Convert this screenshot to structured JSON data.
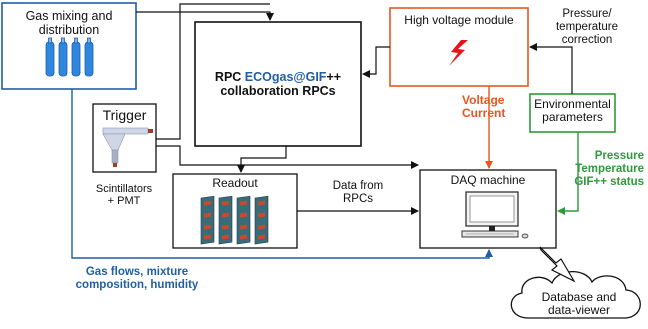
{
  "colors": {
    "blue": "#1f5fa8",
    "orange": "#e8561f",
    "green": "#2e9a3a",
    "red": "#e8141c",
    "cylinder": "#2f86df"
  },
  "boxes": {
    "gas": {
      "line1": "Gas mixing and",
      "line2": "distribution"
    },
    "trigger": {
      "title": "Trigger"
    },
    "rpc": {
      "prefix": "RPC ",
      "brand_a": "ECOgas@GIF",
      "brand_b": "++",
      "line2": "collaboration RPCs"
    },
    "hv": {
      "title": "High voltage module"
    },
    "env": {
      "line1": "Environmental",
      "line2": "parameters"
    },
    "readout": {
      "title": "Readout"
    },
    "daq": {
      "title": "DAQ machine"
    },
    "db": {
      "line1": "Database and",
      "line2": "data-viewer"
    }
  },
  "labels": {
    "scint_1": "Scintillators",
    "scint_2": "+ PMT",
    "pressure_corr_1": "Pressure/",
    "pressure_corr_2": "temperature",
    "pressure_corr_3": "correction",
    "voltage": "Voltage",
    "current": "Current",
    "data_from_1": "Data from",
    "data_from_2": "RPCs",
    "pt_1": "Pressure",
    "pt_2": "Temperature",
    "pt_3": "GIF++ status",
    "gas_flow_1": "Gas flows, mixture",
    "gas_flow_2": "composition, humidity"
  },
  "icons": {
    "gas": "gas-cylinders-icon",
    "trigger": "scintillator-pmt-icon",
    "hv": "high-voltage-lightning-icon",
    "readout": "readout-boards-icon",
    "daq": "computer-workstation-icon",
    "db": "cloud-icon"
  }
}
